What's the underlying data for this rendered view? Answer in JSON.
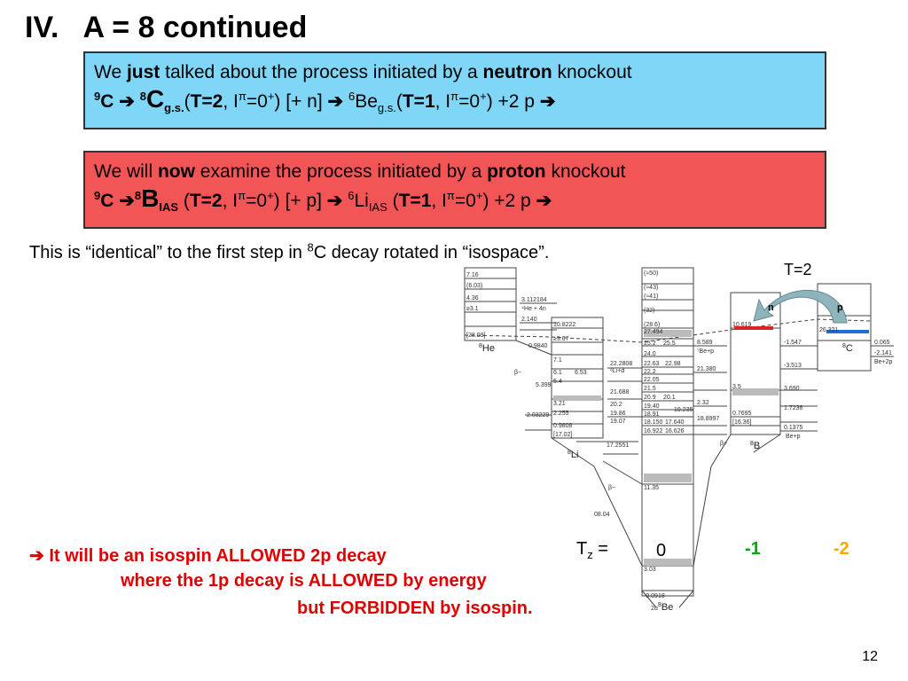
{
  "title": "IV.   A = 8 continued",
  "box_neutron": {
    "line1": {
      "pre": "We ",
      "b1": "just",
      "mid": " talked about the process initiated by a ",
      "b2": "neutron",
      "post": " knockout"
    },
    "line2": {
      "sup9": "9",
      "c": "C",
      "arrow": "➔",
      "sup8": "8",
      "big": "C",
      "sub_gs": "g.s.",
      "t_open": "(",
      "t2": "T=2",
      "i": ", I",
      "pi": "π",
      "eq0": "=0",
      "plus": "+",
      "rest": ") [+ n] ",
      "arrow2": "➔",
      "sup6": "6",
      "be": "Be",
      "sub_gs2": "g.s.",
      "t_open2": "(",
      "t1": "T=1",
      "i2": ", I",
      "pi2": "π",
      "eq02": "=0",
      "plus2": "+",
      "rest2": ") +2 p ",
      "arrow3": "➔"
    }
  },
  "box_proton": {
    "line1": {
      "pre": "We will ",
      "b1": "now",
      "mid": " examine the process initiated by a ",
      "b2": "proton",
      "post": " knockout"
    },
    "line2": {
      "sup9": "9",
      "c": "C",
      "arrow": "➔",
      "sup8": "8",
      "big": "B",
      "sub_ias": "IAS",
      "t_open": " (",
      "t2": "T=2",
      "i": ", I",
      "pi": "π",
      "eq0": "=0",
      "plus": "+",
      "rest": ")  [+ p] ",
      "arrow2": "➔",
      "sup6": "6",
      "li": "Li",
      "sub_ias2": "IAS",
      "t_open2": " (",
      "t1": "T=1",
      "i2": ", I",
      "pi2": "π",
      "eq02": "=0",
      "plus2": "+",
      "rest2": ") +2 p ",
      "arrow3": "➔"
    }
  },
  "note": {
    "pre": "This is “identical” to the first step in ",
    "sup8": "8",
    "post": "C decay rotated in “isospace”."
  },
  "diagram": {
    "t2_label": "T=2",
    "n_label": "n",
    "p_label": "p",
    "nuclei": {
      "he8": "He",
      "li8": "Li",
      "be8": "Be",
      "b8": "B",
      "c8": "C",
      "mass": "8"
    },
    "he_levels": [
      "7.16",
      "(6.03)",
      "4.36",
      "≥3.1",
      "[28.09]",
      "3.112184",
      "2.140",
      "10.8222",
      "≥9.67",
      "0.9840"
    ],
    "li_levels": [
      "7.1",
      "6.1",
      "5.4",
      "3.21",
      "2.255",
      "2.03229",
      "0.9808",
      "[17.02]",
      "17.2551",
      "22.2808",
      "21.688",
      "20.2",
      "19.86",
      "19.07",
      "6.53",
      "5.399"
    ],
    "be_levels": [
      "(≈50)",
      "(≈43)",
      "(≈41)",
      "(32)",
      "(28.6)",
      "27.494",
      "25.2",
      "25.5",
      "24.0",
      "22.63",
      "22.98",
      "22.2",
      "22.05",
      "21.5",
      "20.9",
      "20.1",
      "19.40",
      "18.91",
      "18.150",
      "17.640",
      "16.922",
      "16.626",
      "11.35",
      "3.03",
      "-0.0918"
    ],
    "b_levels": [
      "10.619",
      "8.589",
      "21.380",
      "3.5",
      "0.7695",
      "[16.36]",
      "18.8997",
      "19.235",
      "2.32"
    ],
    "c_levels": [
      "26.321",
      "-1.547",
      "-3.513",
      "3.690",
      "1.7236",
      "0.1375",
      "0.065",
      "-2.141"
    ],
    "decay_labels": {
      "he": "⁴He + 4n",
      "li_d": "⁶Li+d",
      "be_p": "⁷Be+p",
      "b_p": "Be+p",
      "c_p": "Be+2p",
      "beta_minus": "β−",
      "beta_plus": "β+",
      "two_alpha": "2α",
      "year": "08.04"
    }
  },
  "tz": {
    "t": "T",
    "z": "z",
    "eq": " =",
    "v0": "0",
    "v1": "-1",
    "v2": "-2",
    "c1": "#00aa00",
    "c2": "#f5a800"
  },
  "red_lines": {
    "arrow": "➔",
    "l1": " It will be an isospin ALLOWED 2p decay",
    "l2": "where the 1p decay is    ALLOWED by energy",
    "l3": "but    FORBIDDEN by isospin."
  },
  "colors": {
    "blue_box": "#7fd6f7",
    "red_box": "#f25555",
    "red_text": "#e00000",
    "n_bar": "#dd2222",
    "p_bar": "#1f6fd6",
    "arrow": "#8fb4bb"
  },
  "page_number": "12"
}
